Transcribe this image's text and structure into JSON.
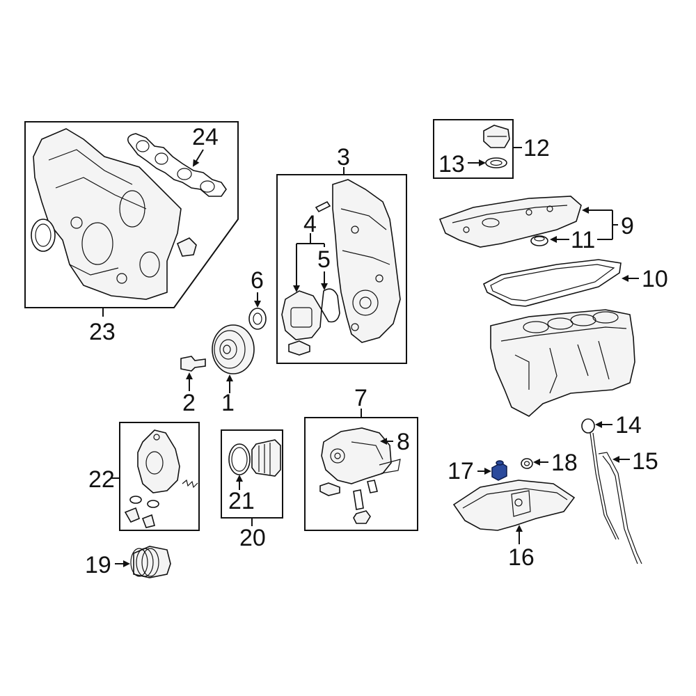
{
  "callouts": {
    "c1": "1",
    "c2": "2",
    "c3": "3",
    "c4": "4",
    "c5": "5",
    "c6": "6",
    "c7": "7",
    "c8": "8",
    "c9": "9",
    "c10": "10",
    "c11": "11",
    "c12": "12",
    "c13": "13",
    "c14": "14",
    "c15": "15",
    "c16": "16",
    "c17": "17",
    "c18": "18",
    "c19": "19",
    "c20": "20",
    "c21": "21",
    "c22": "22",
    "c23": "23",
    "c24": "24"
  },
  "colors": {
    "line": "#111111",
    "highlight": "#2b4a9c",
    "background": "#ffffff"
  }
}
